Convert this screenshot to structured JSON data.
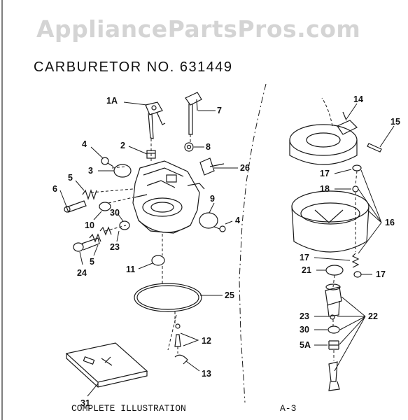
{
  "watermark": "AppliancePartsPros.com",
  "title": "CARBURETOR NO. 631449",
  "footer_left": "COMPLETE ILLUSTRATION",
  "footer_right": "A-3",
  "callouts": [
    {
      "id": "1a",
      "label": "1A"
    },
    {
      "id": "7",
      "label": "7"
    },
    {
      "id": "4-top",
      "label": "4"
    },
    {
      "id": "2",
      "label": "2"
    },
    {
      "id": "8",
      "label": "8"
    },
    {
      "id": "3",
      "label": "3"
    },
    {
      "id": "26",
      "label": "26"
    },
    {
      "id": "6",
      "label": "6"
    },
    {
      "id": "5-top",
      "label": "5"
    },
    {
      "id": "9",
      "label": "9"
    },
    {
      "id": "30-left",
      "label": "30"
    },
    {
      "id": "4-right",
      "label": "4"
    },
    {
      "id": "10",
      "label": "10"
    },
    {
      "id": "23-left",
      "label": "23"
    },
    {
      "id": "5-bottom",
      "label": "5"
    },
    {
      "id": "24",
      "label": "24"
    },
    {
      "id": "11",
      "label": "11"
    },
    {
      "id": "25",
      "label": "25"
    },
    {
      "id": "12",
      "label": "12"
    },
    {
      "id": "13",
      "label": "13"
    },
    {
      "id": "31",
      "label": "31"
    },
    {
      "id": "14",
      "label": "14"
    },
    {
      "id": "15",
      "label": "15"
    },
    {
      "id": "17-top",
      "label": "17"
    },
    {
      "id": "18",
      "label": "18"
    },
    {
      "id": "16",
      "label": "16"
    },
    {
      "id": "17-mid",
      "label": "17"
    },
    {
      "id": "21",
      "label": "21"
    },
    {
      "id": "17-right",
      "label": "17"
    },
    {
      "id": "22",
      "label": "22"
    },
    {
      "id": "23-right",
      "label": "23"
    },
    {
      "id": "30-right",
      "label": "30"
    },
    {
      "id": "5a",
      "label": "5A"
    }
  ]
}
